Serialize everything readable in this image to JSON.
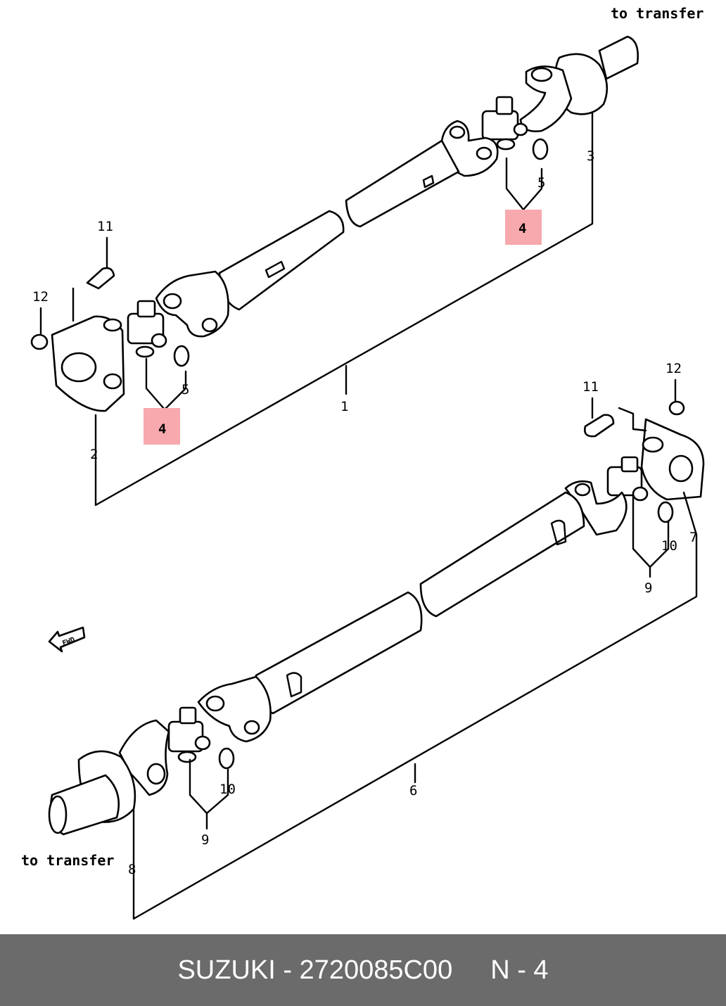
{
  "notes": {
    "top_right": "to transfer",
    "bottom_left": "to transfer",
    "fwd": "FWD"
  },
  "callouts": {
    "c1": "1",
    "c2": "2",
    "c3": "3",
    "c4a": "4",
    "c4b": "4",
    "c5a": "5",
    "c5b": "5",
    "c6": "6",
    "c7": "7",
    "c8": "8",
    "c9a": "9",
    "c9b": "9",
    "c10a": "10",
    "c10b": "10",
    "c11a": "11",
    "c11b": "11",
    "c12a": "12",
    "c12b": "12"
  },
  "highlight_color": "#f7a9ad",
  "footer": {
    "brand_part": "SUZUKI - 2720085C00",
    "ref": "N - 4"
  }
}
